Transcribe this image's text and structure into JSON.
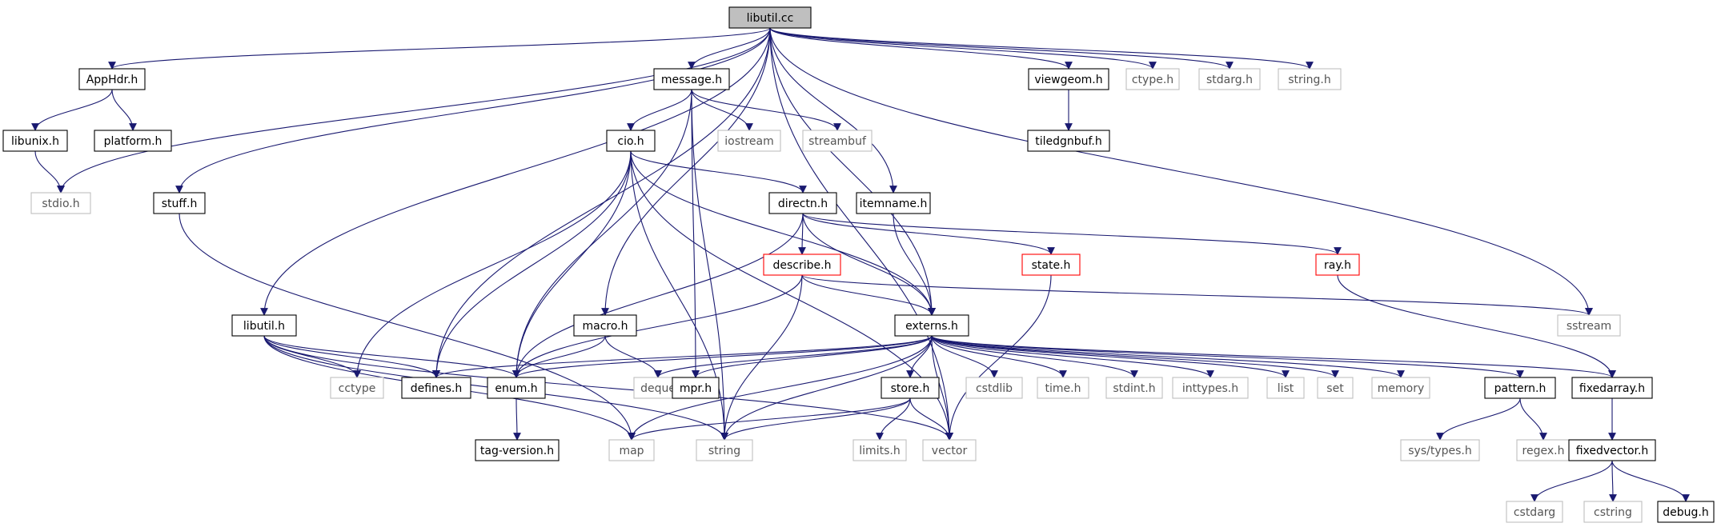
{
  "colors": {
    "edge": "#191970",
    "documented_border": "#000000",
    "missing_border": "#bfbfbf",
    "truncated_border": "#ff0000",
    "root_fill": "#bfbfbf"
  },
  "nodes": [
    {
      "id": "libutil_cc",
      "label": "libutil.cc",
      "kind": "root"
    },
    {
      "id": "AppHdr_h",
      "label": "AppHdr.h",
      "kind": "documented"
    },
    {
      "id": "message_h",
      "label": "message.h",
      "kind": "documented"
    },
    {
      "id": "viewgeom_h",
      "label": "viewgeom.h",
      "kind": "documented"
    },
    {
      "id": "ctype_h",
      "label": "ctype.h",
      "kind": "missing"
    },
    {
      "id": "stdarg_h",
      "label": "stdarg.h",
      "kind": "missing"
    },
    {
      "id": "string_h",
      "label": "string.h",
      "kind": "missing"
    },
    {
      "id": "libunix_h",
      "label": "libunix.h",
      "kind": "documented"
    },
    {
      "id": "platform_h",
      "label": "platform.h",
      "kind": "documented"
    },
    {
      "id": "cio_h",
      "label": "cio.h",
      "kind": "documented"
    },
    {
      "id": "iostream",
      "label": "iostream",
      "kind": "missing"
    },
    {
      "id": "streambuf",
      "label": "streambuf",
      "kind": "missing"
    },
    {
      "id": "tiledgnbuf_h",
      "label": "tiledgnbuf.h",
      "kind": "documented"
    },
    {
      "id": "stdio_h",
      "label": "stdio.h",
      "kind": "missing"
    },
    {
      "id": "stuff_h",
      "label": "stuff.h",
      "kind": "documented"
    },
    {
      "id": "directn_h",
      "label": "directn.h",
      "kind": "documented"
    },
    {
      "id": "itemname_h",
      "label": "itemname.h",
      "kind": "documented"
    },
    {
      "id": "describe_h",
      "label": "describe.h",
      "kind": "truncated"
    },
    {
      "id": "state_h",
      "label": "state.h",
      "kind": "truncated"
    },
    {
      "id": "ray_h",
      "label": "ray.h",
      "kind": "truncated"
    },
    {
      "id": "libutil_h",
      "label": "libutil.h",
      "kind": "documented"
    },
    {
      "id": "macro_h",
      "label": "macro.h",
      "kind": "documented"
    },
    {
      "id": "externs_h",
      "label": "externs.h",
      "kind": "documented"
    },
    {
      "id": "sstream",
      "label": "sstream",
      "kind": "missing"
    },
    {
      "id": "cctype",
      "label": "cctype",
      "kind": "missing"
    },
    {
      "id": "defines_h",
      "label": "defines.h",
      "kind": "documented"
    },
    {
      "id": "enum_h",
      "label": "enum.h",
      "kind": "documented"
    },
    {
      "id": "deque",
      "label": "deque",
      "kind": "missing"
    },
    {
      "id": "mpr_h",
      "label": "mpr.h",
      "kind": "documented"
    },
    {
      "id": "store_h",
      "label": "store.h",
      "kind": "documented"
    },
    {
      "id": "cstdlib",
      "label": "cstdlib",
      "kind": "missing"
    },
    {
      "id": "time_h",
      "label": "time.h",
      "kind": "missing"
    },
    {
      "id": "stdint_h",
      "label": "stdint.h",
      "kind": "missing"
    },
    {
      "id": "inttypes_h",
      "label": "inttypes.h",
      "kind": "missing"
    },
    {
      "id": "list",
      "label": "list",
      "kind": "missing"
    },
    {
      "id": "set",
      "label": "set",
      "kind": "missing"
    },
    {
      "id": "memory",
      "label": "memory",
      "kind": "missing"
    },
    {
      "id": "pattern_h",
      "label": "pattern.h",
      "kind": "documented"
    },
    {
      "id": "fixedarray_h",
      "label": "fixedarray.h",
      "kind": "documented"
    },
    {
      "id": "tag_version_h",
      "label": "tag-version.h",
      "kind": "documented"
    },
    {
      "id": "map",
      "label": "map",
      "kind": "missing"
    },
    {
      "id": "string",
      "label": "string",
      "kind": "missing"
    },
    {
      "id": "limits_h",
      "label": "limits.h",
      "kind": "missing"
    },
    {
      "id": "vector",
      "label": "vector",
      "kind": "missing"
    },
    {
      "id": "sys_types_h",
      "label": "sys/types.h",
      "kind": "missing"
    },
    {
      "id": "regex_h",
      "label": "regex.h",
      "kind": "missing"
    },
    {
      "id": "fixedvector_h",
      "label": "fixedvector.h",
      "kind": "documented"
    },
    {
      "id": "cstdarg",
      "label": "cstdarg",
      "kind": "missing"
    },
    {
      "id": "cstring",
      "label": "cstring",
      "kind": "missing"
    },
    {
      "id": "debug_h",
      "label": "debug.h",
      "kind": "documented"
    }
  ],
  "edges": [
    [
      "libutil_cc",
      "AppHdr_h"
    ],
    [
      "libutil_cc",
      "message_h"
    ],
    [
      "libutil_cc",
      "viewgeom_h"
    ],
    [
      "libutil_cc",
      "ctype_h"
    ],
    [
      "libutil_cc",
      "stdarg_h"
    ],
    [
      "libutil_cc",
      "string_h"
    ],
    [
      "libutil_cc",
      "stdio_h"
    ],
    [
      "libutil_cc",
      "stuff_h"
    ],
    [
      "libutil_cc",
      "libutil_h"
    ],
    [
      "libutil_cc",
      "defines_h"
    ],
    [
      "libutil_cc",
      "macro_h"
    ],
    [
      "libutil_cc",
      "itemname_h"
    ],
    [
      "libutil_cc",
      "externs_h"
    ],
    [
      "libutil_cc",
      "sstream"
    ],
    [
      "libutil_cc",
      "vector"
    ],
    [
      "AppHdr_h",
      "libunix_h"
    ],
    [
      "AppHdr_h",
      "platform_h"
    ],
    [
      "libunix_h",
      "stdio_h"
    ],
    [
      "message_h",
      "cio_h"
    ],
    [
      "message_h",
      "iostream"
    ],
    [
      "message_h",
      "streambuf"
    ],
    [
      "message_h",
      "mpr_h"
    ],
    [
      "message_h",
      "enum_h"
    ],
    [
      "message_h",
      "string"
    ],
    [
      "viewgeom_h",
      "tiledgnbuf_h"
    ],
    [
      "cio_h",
      "directn_h"
    ],
    [
      "cio_h",
      "cctype"
    ],
    [
      "cio_h",
      "defines_h"
    ],
    [
      "cio_h",
      "enum_h"
    ],
    [
      "cio_h",
      "externs_h"
    ],
    [
      "cio_h",
      "string"
    ],
    [
      "cio_h",
      "vector"
    ],
    [
      "directn_h",
      "describe_h"
    ],
    [
      "directn_h",
      "state_h"
    ],
    [
      "directn_h",
      "ray_h"
    ],
    [
      "directn_h",
      "externs_h"
    ],
    [
      "directn_h",
      "enum_h"
    ],
    [
      "itemname_h",
      "externs_h"
    ],
    [
      "describe_h",
      "externs_h"
    ],
    [
      "describe_h",
      "enum_h"
    ],
    [
      "describe_h",
      "string"
    ],
    [
      "describe_h",
      "sstream"
    ],
    [
      "state_h",
      "vector"
    ],
    [
      "ray_h",
      "fixedarray_h"
    ],
    [
      "stuff_h",
      "map"
    ],
    [
      "libutil_h",
      "cctype"
    ],
    [
      "libutil_h",
      "defines_h"
    ],
    [
      "libutil_h",
      "enum_h"
    ],
    [
      "libutil_h",
      "map"
    ],
    [
      "libutil_h",
      "string"
    ],
    [
      "libutil_h",
      "vector"
    ],
    [
      "macro_h",
      "enum_h"
    ],
    [
      "macro_h",
      "deque"
    ],
    [
      "externs_h",
      "defines_h"
    ],
    [
      "externs_h",
      "enum_h"
    ],
    [
      "externs_h",
      "deque"
    ],
    [
      "externs_h",
      "mpr_h"
    ],
    [
      "externs_h",
      "store_h"
    ],
    [
      "externs_h",
      "cstdlib"
    ],
    [
      "externs_h",
      "time_h"
    ],
    [
      "externs_h",
      "stdint_h"
    ],
    [
      "externs_h",
      "inttypes_h"
    ],
    [
      "externs_h",
      "list"
    ],
    [
      "externs_h",
      "set"
    ],
    [
      "externs_h",
      "memory"
    ],
    [
      "externs_h",
      "pattern_h"
    ],
    [
      "externs_h",
      "fixedarray_h"
    ],
    [
      "externs_h",
      "map"
    ],
    [
      "externs_h",
      "string"
    ],
    [
      "externs_h",
      "vector"
    ],
    [
      "enum_h",
      "tag_version_h"
    ],
    [
      "store_h",
      "limits_h"
    ],
    [
      "store_h",
      "map"
    ],
    [
      "store_h",
      "string"
    ],
    [
      "store_h",
      "vector"
    ],
    [
      "pattern_h",
      "sys_types_h"
    ],
    [
      "pattern_h",
      "regex_h"
    ],
    [
      "fixedarray_h",
      "fixedvector_h"
    ],
    [
      "fixedvector_h",
      "cstdarg"
    ],
    [
      "fixedvector_h",
      "cstring"
    ],
    [
      "fixedvector_h",
      "debug_h"
    ]
  ]
}
